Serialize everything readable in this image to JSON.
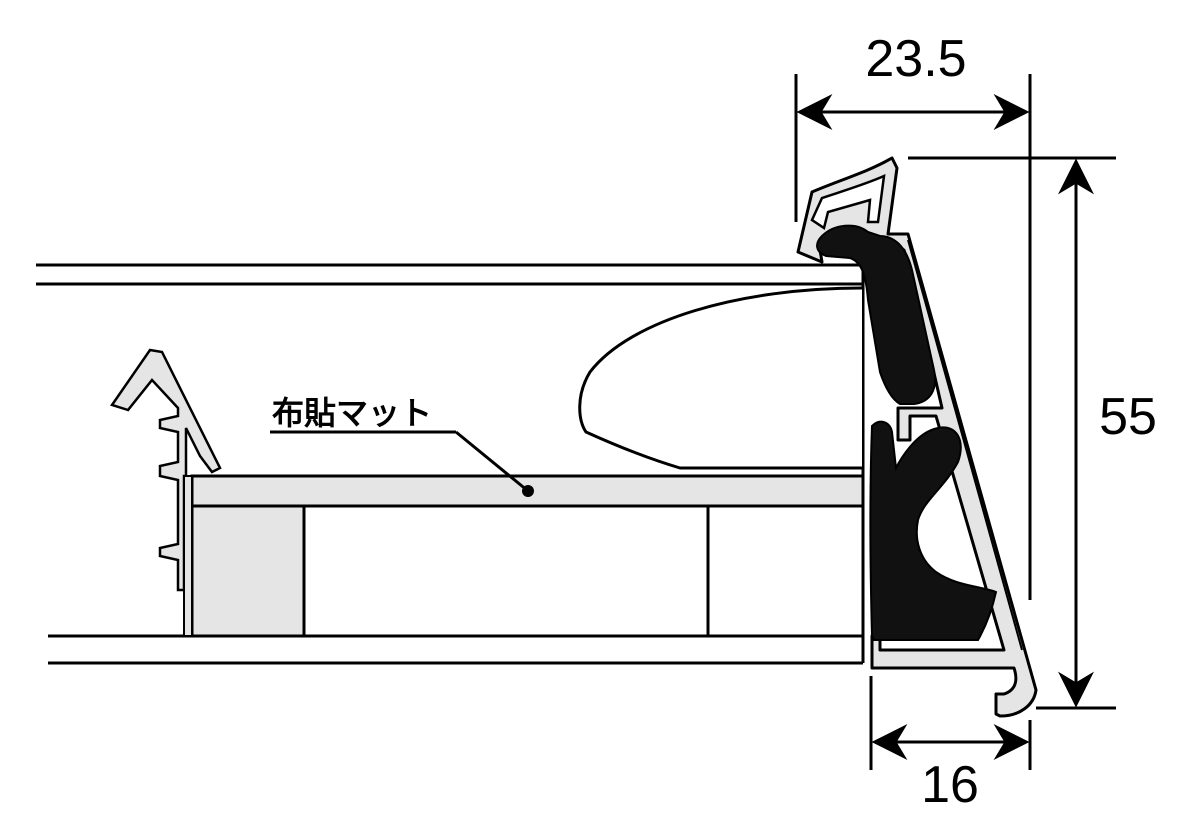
{
  "diagram": {
    "dimensions": {
      "top_width": "23.5",
      "height": "55",
      "bottom_width": "16"
    },
    "callout_label": "布貼マット"
  },
  "colors": {
    "stroke": "#000000",
    "profile_fill": "#e5e5e5",
    "gasket_fill": "#111111",
    "background": "#ffffff"
  }
}
